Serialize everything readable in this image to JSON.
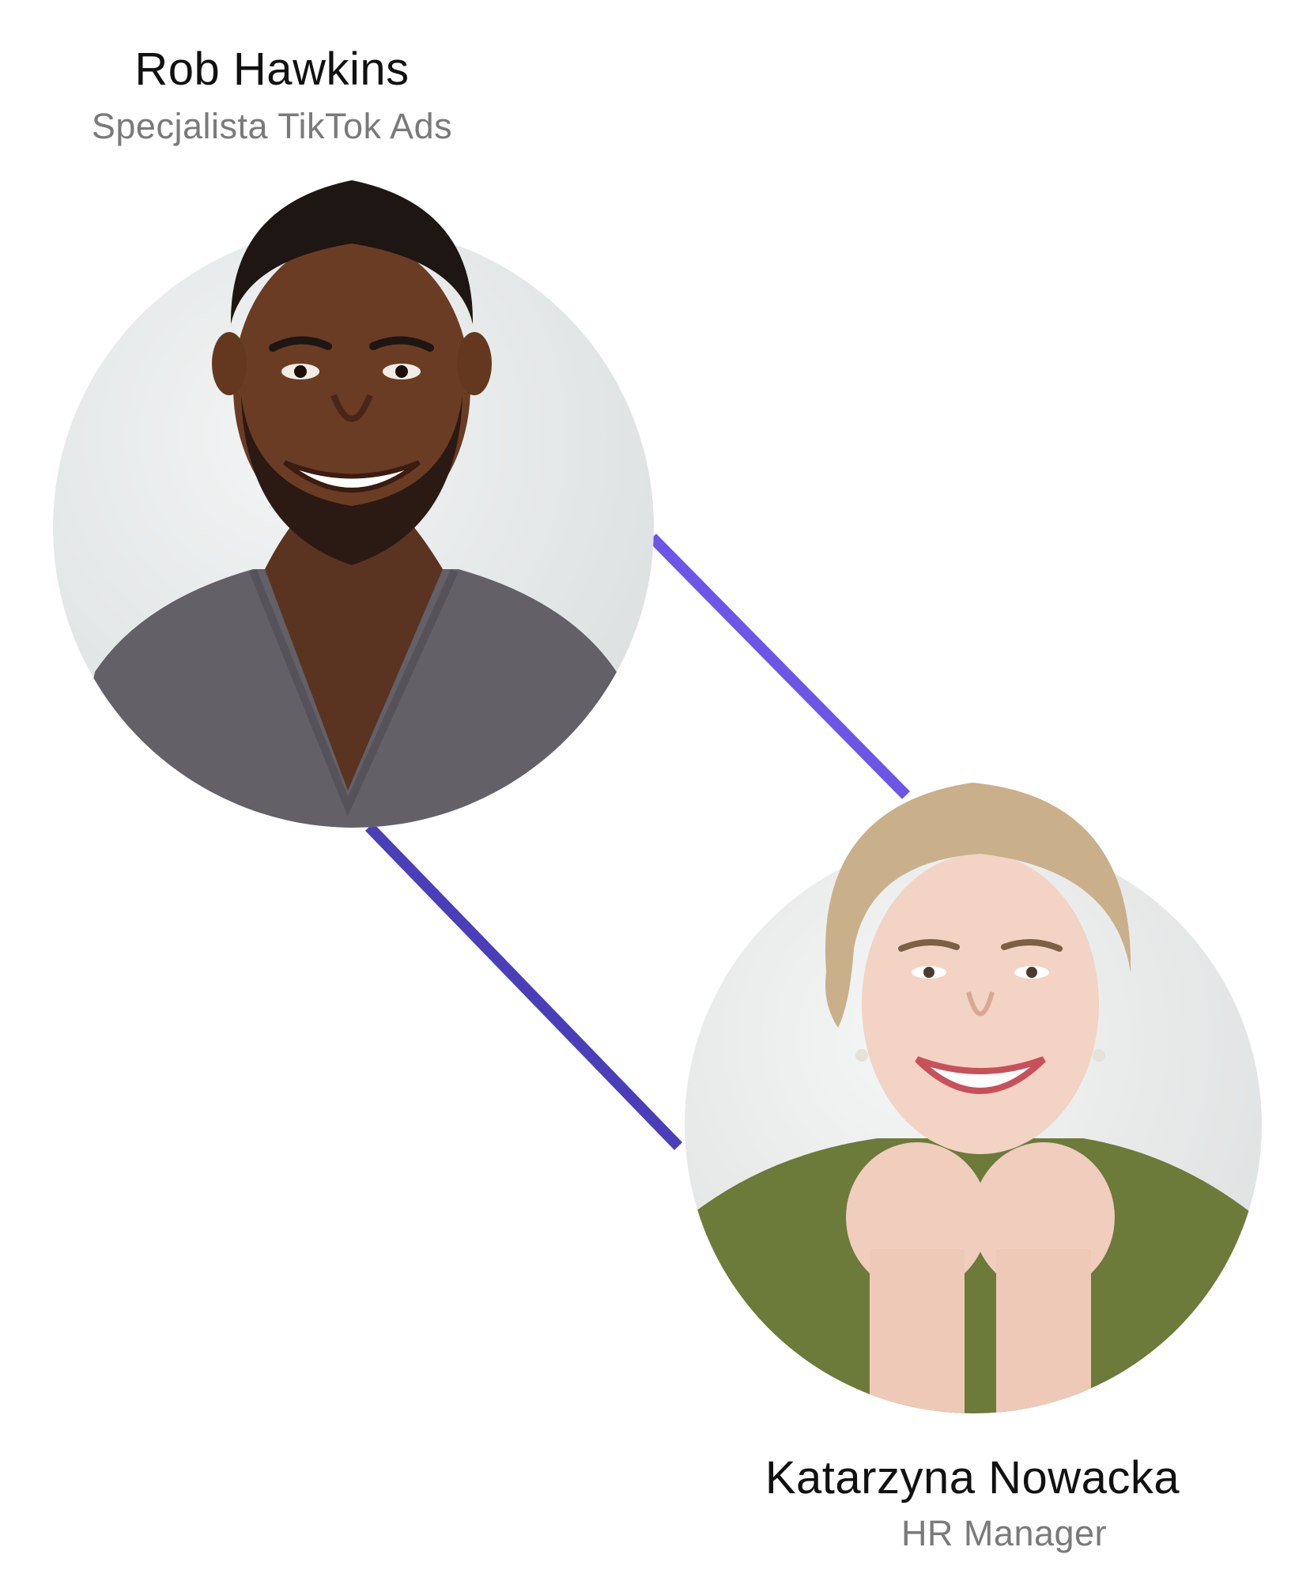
{
  "people": [
    {
      "name": "Rob Hawkins",
      "role": "Specjalista TikTok Ads"
    },
    {
      "name": "Katarzyna Nowacka",
      "role": "HR Manager"
    }
  ],
  "colors": {
    "connector_upper": "#6d55e8",
    "connector_lower": "#4a3fb8",
    "name_text": "#111111",
    "role_text": "#7a7a7a",
    "portrait_background": "#e6e9e9"
  }
}
